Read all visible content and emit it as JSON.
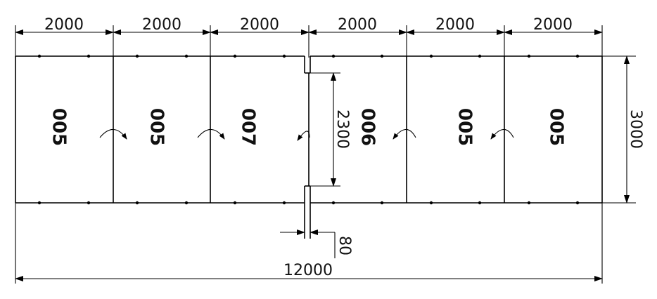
{
  "top_dims": [
    "2000",
    "2000",
    "2000",
    "2000",
    "2000",
    "2000"
  ],
  "panels": [
    "005",
    "005",
    "007",
    "006",
    "005",
    "005"
  ],
  "gap_dim": "2300",
  "height_dim": "3000",
  "offset_dim": "80",
  "total_dim": "12000",
  "colors": {
    "line": "#000000",
    "background": "#ffffff"
  }
}
